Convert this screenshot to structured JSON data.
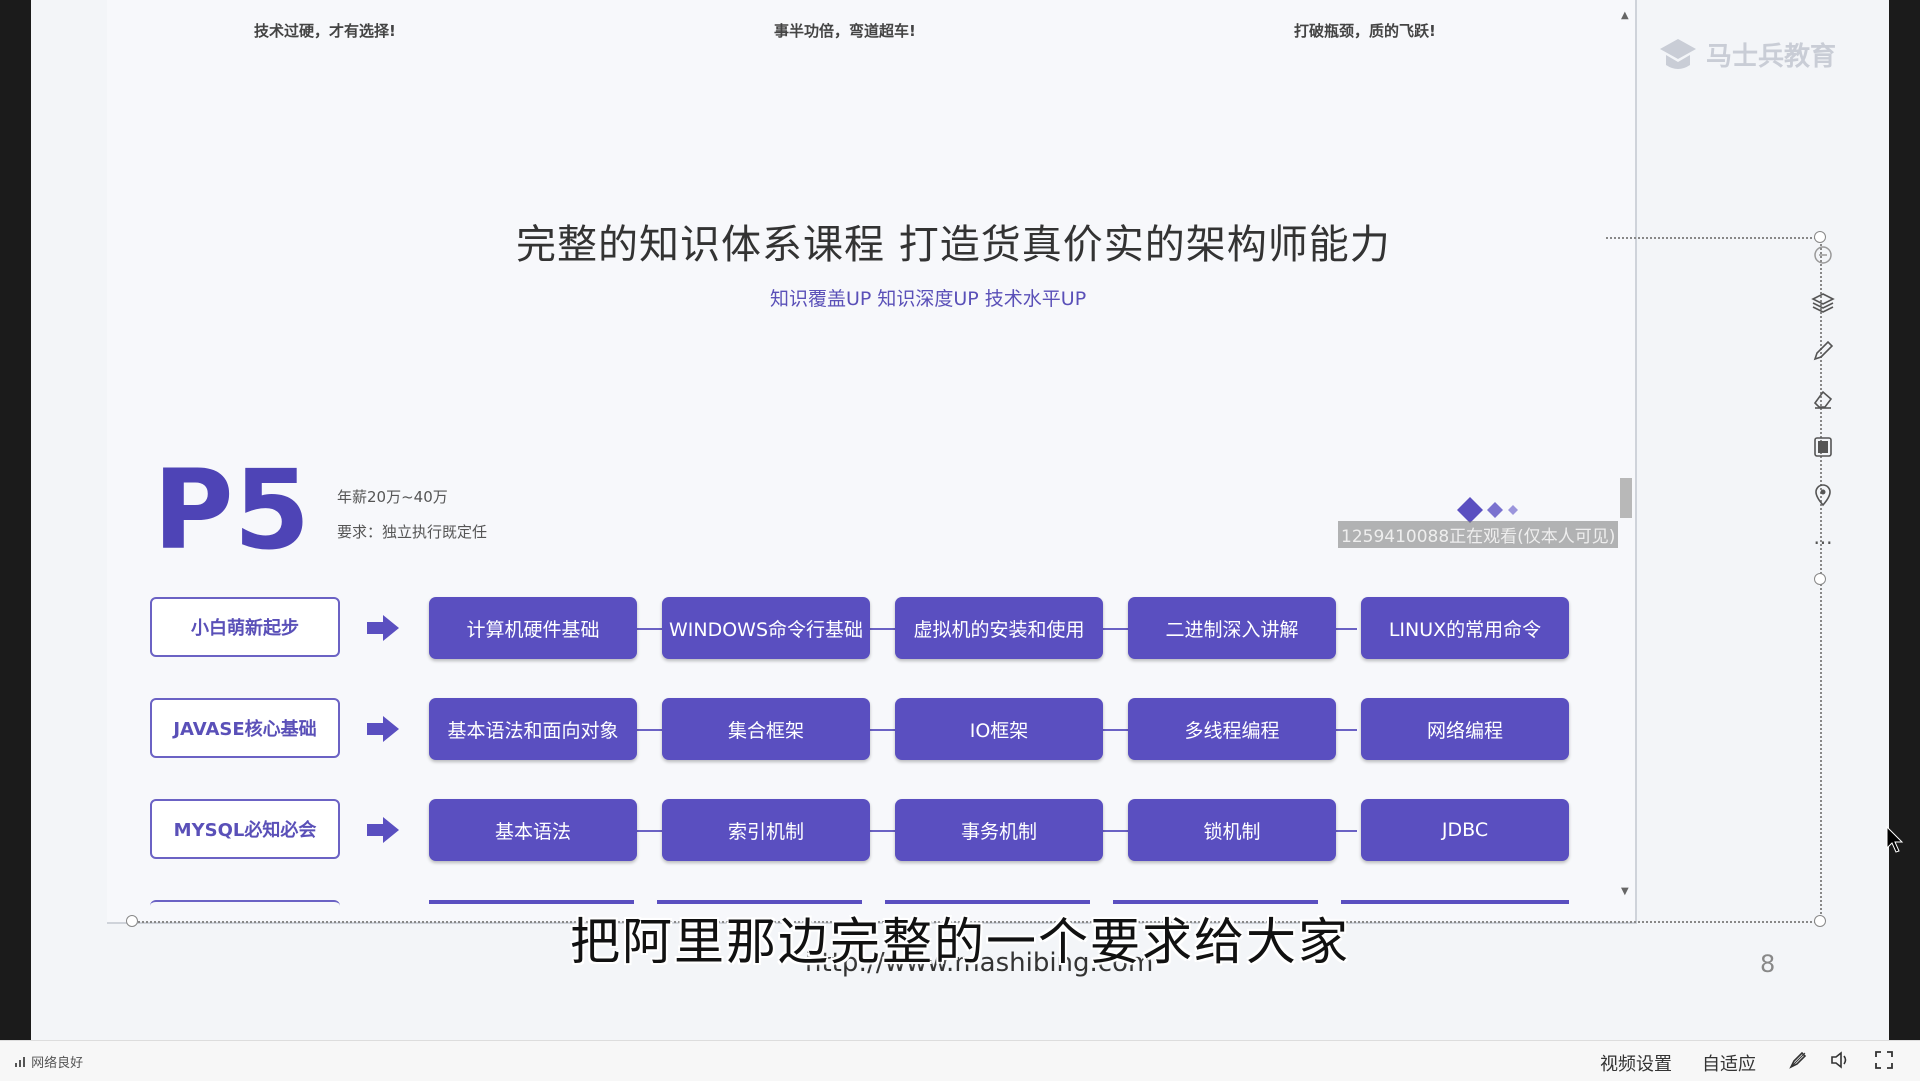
{
  "slide": {
    "taglines": [
      "技术过硬，才有选择!",
      "事半功倍，弯道超车!",
      "打破瓶颈，质的飞跃!"
    ],
    "title": "完整的知识体系课程 打造货真价实的架构师能力",
    "subtitle": "知识覆盖UP 知识深度UP 技术水平UP",
    "level": "P5",
    "salary": "年薪20万~40万",
    "requirement": "要求：独立执行既定任",
    "rows": [
      {
        "label": "小白萌新起步",
        "modules": [
          "计算机硬件基础",
          "WINDOWS命令行基础",
          "虚拟机的安装和使用",
          "二进制深入讲解",
          "LINUX的常用命令"
        ]
      },
      {
        "label": "JAVASE核心基础",
        "modules": [
          "基本语法和面向对象",
          "集合框架",
          "IO框架",
          "多线程编程",
          "网络编程"
        ]
      },
      {
        "label": "MYSQL必知必会",
        "modules": [
          "基本语法",
          "索引机制",
          "事务机制",
          "锁机制",
          "JDBC"
        ]
      }
    ],
    "url": "http://www.mashibing.com",
    "page_number": "8"
  },
  "overlay": {
    "watermark": "1259410088正在观看(仅本人可见)",
    "caption": "把阿里那边完整的一个要求给大家"
  },
  "logo": {
    "text": "马士兵教育"
  },
  "toolbar": {
    "more": "···"
  },
  "bottom_bar": {
    "network": "网络良好",
    "video_settings": "视频设置",
    "adaptive": "自适应"
  },
  "colors": {
    "accent": "#5a4fc0",
    "module_text": "#ffffff",
    "background": "#f3f5f8"
  }
}
